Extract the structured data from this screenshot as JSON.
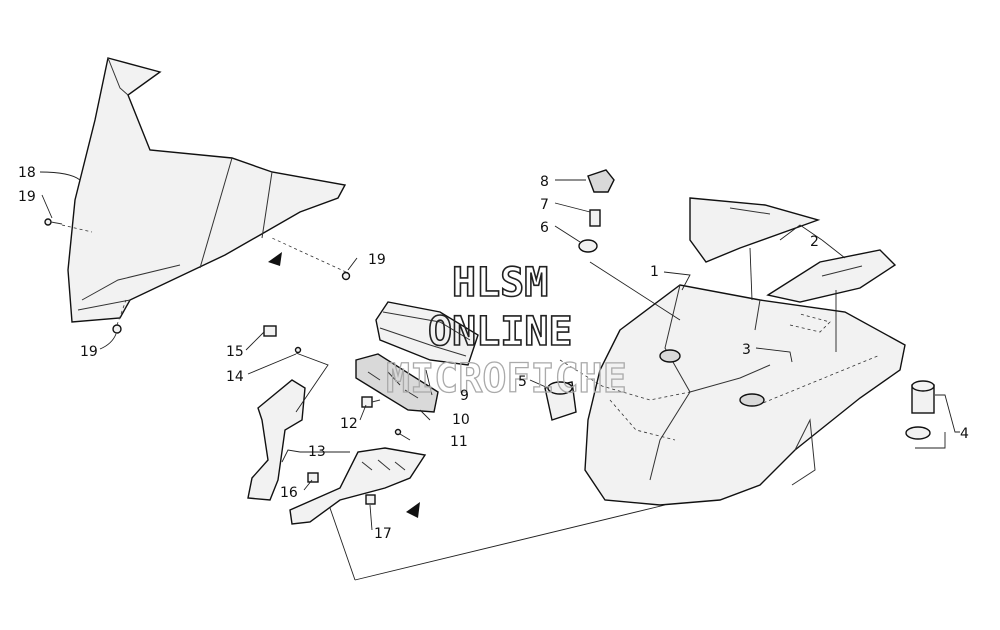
{
  "watermark": {
    "line1": "HLSM",
    "line2": "ONLINE",
    "line3": "MICROFICHE"
  },
  "callouts": [
    {
      "id": "c18",
      "text": "18"
    },
    {
      "id": "c19a",
      "text": "19"
    },
    {
      "id": "c19b",
      "text": "19"
    },
    {
      "id": "c19c",
      "text": "19"
    },
    {
      "id": "c15",
      "text": "15"
    },
    {
      "id": "c14",
      "text": "14"
    },
    {
      "id": "c13",
      "text": "13"
    },
    {
      "id": "c16",
      "text": "16"
    },
    {
      "id": "c17",
      "text": "17"
    },
    {
      "id": "c12",
      "text": "12"
    },
    {
      "id": "c11",
      "text": "11"
    },
    {
      "id": "c10",
      "text": "10"
    },
    {
      "id": "c9",
      "text": "9"
    },
    {
      "id": "c8",
      "text": "8"
    },
    {
      "id": "c7",
      "text": "7"
    },
    {
      "id": "c6",
      "text": "6"
    },
    {
      "id": "c5",
      "text": "5"
    },
    {
      "id": "c1",
      "text": "1"
    },
    {
      "id": "c2",
      "text": "2"
    },
    {
      "id": "c3",
      "text": "3"
    },
    {
      "id": "c4",
      "text": "4"
    }
  ]
}
